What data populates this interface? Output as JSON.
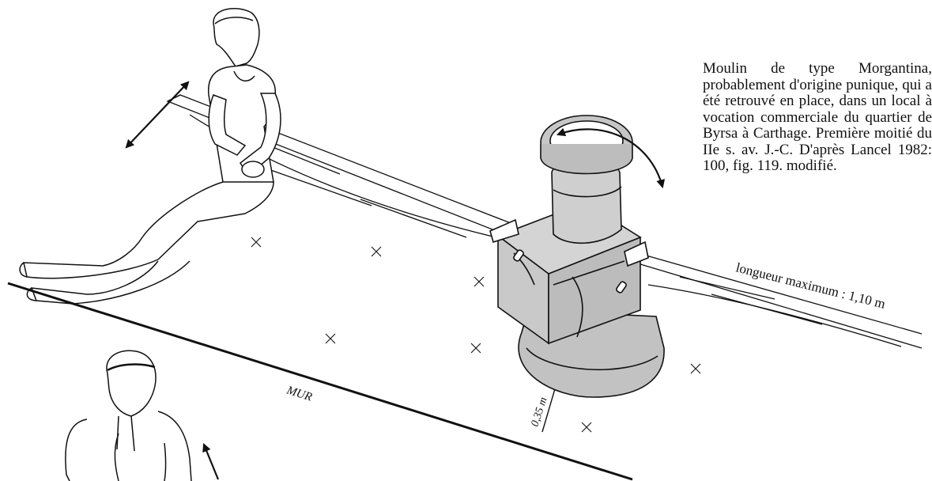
{
  "caption": "Moulin de type Morgantina, probablement d'origine punique, qui a été retrouvé en place, dans un local à vocation commerciale du quartier de Byrsa à Carthage. Première moitié du IIe s. av. J.-C. D'après Lancel 1982: 100, fig. 119. modifié.",
  "labels": {
    "wall": "MUR",
    "distance": "0,35 m",
    "length": "longueur maximum : 1,10 m"
  },
  "colors": {
    "ink": "#111111",
    "mill_fill": "#c9c9c9",
    "mill_dark": "#a8a8a8",
    "background": "#ffffff"
  },
  "icons": {
    "arrow_push_pull": "double-arrow-icon",
    "arrow_rotation": "curved-double-arrow-icon",
    "floor_marks": "cross-mark-icon"
  }
}
